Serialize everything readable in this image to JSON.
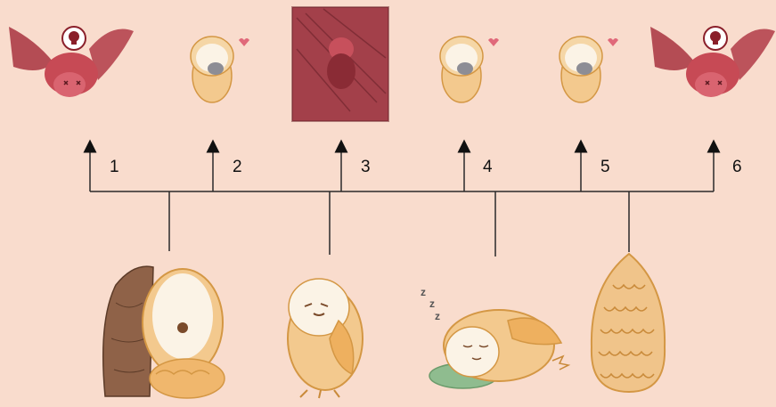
{
  "outcomes": [
    {
      "label": "1",
      "icon": "dead-owl-icon"
    },
    {
      "label": "2",
      "icon": "happy-owl-eating-icon"
    },
    {
      "label": "3",
      "icon": "dark-red-owl-icon"
    },
    {
      "label": "4",
      "icon": "happy-owl-eating-icon"
    },
    {
      "label": "5",
      "icon": "happy-owl-eating-icon"
    },
    {
      "label": "6",
      "icon": "dead-owl-icon"
    }
  ],
  "states": [
    {
      "icon": "owl-hiding-in-tree-icon"
    },
    {
      "icon": "owl-standing-icon"
    },
    {
      "icon": "owl-sleeping-icon"
    },
    {
      "icon": "owl-wing-cover-icon"
    }
  ],
  "colors": {
    "background": "#f9dccd",
    "line": "#2a2a2a",
    "owl_face": "#fbf3e6",
    "owl_body": "#f3c98e",
    "owl_outline": "#d49744",
    "dead_red": "#c74a55",
    "dark_red": "#a3404a",
    "pillow_green": "#8fbc8f"
  }
}
